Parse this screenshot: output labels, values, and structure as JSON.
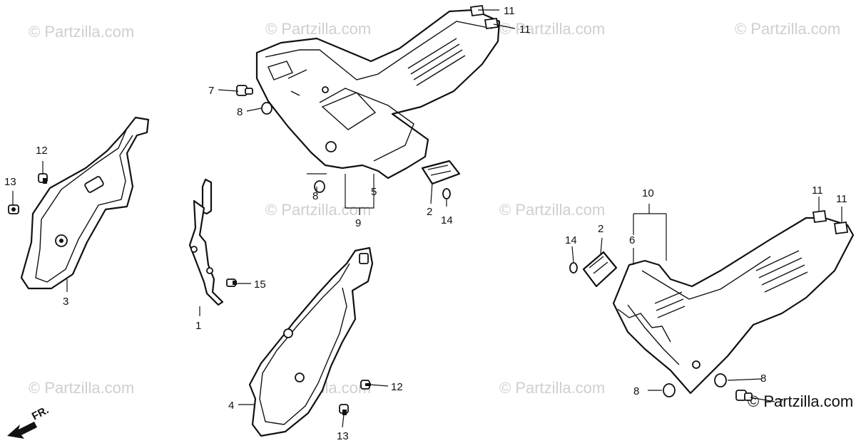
{
  "watermarks": [
    "© Partzilla.com",
    "© Partzilla.com",
    "© Partzilla.com",
    "© Partzilla.com",
    "© Partzilla.com",
    "© Partzilla.com",
    "© Partzilla.com",
    "© Partzilla.com",
    "© Partzilla.com"
  ],
  "watermark_corner": "© Partzilla.com",
  "front_label": "FR.",
  "callouts": {
    "c1": "1",
    "c2a": "2",
    "c2b": "2",
    "c3": "3",
    "c4": "4",
    "c5": "5",
    "c6": "6",
    "c7a": "7",
    "c7b": "7",
    "c8a": "8",
    "c8b": "8",
    "c8c": "8",
    "c8d": "8",
    "c9": "9",
    "c10": "10",
    "c11a": "11",
    "c11b": "11",
    "c11c": "11",
    "c11d": "11",
    "c12a": "12",
    "c12b": "12",
    "c13a": "13",
    "c13b": "13",
    "c14a": "14",
    "c14b": "14",
    "c15": "15"
  }
}
